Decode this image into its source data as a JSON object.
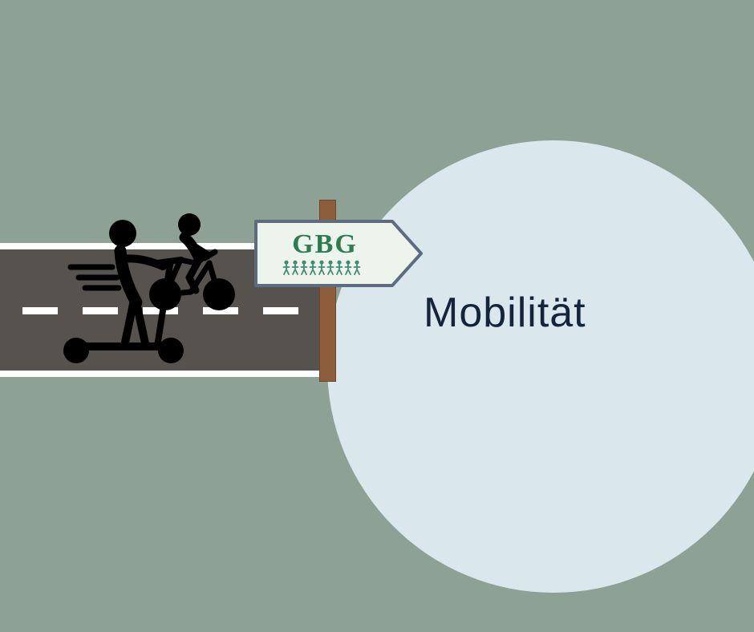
{
  "colors": {
    "background": "#8DA295",
    "circle": "#DAE8EE",
    "title": "#14243A",
    "road": "#56524D",
    "marking": "#FFFFFF",
    "post": "#8E5E3C",
    "post_edge": "#6E452A",
    "sign_bg": "#EDF4EC",
    "sign_border": "#5D6C7E",
    "sign_text": "#2E7C51",
    "figures": "#3E8C74",
    "icon": "#000000"
  },
  "title": {
    "text": "Mobilität"
  },
  "sign": {
    "label": "GBG",
    "figures_count": 9
  },
  "icons": {
    "speed_lines": "speed-lines-icon",
    "scooter_rider": "scooter-rider-icon",
    "cyclist": "cyclist-icon",
    "direction_sign": "direction-sign-icon",
    "signpost": "signpost-pole",
    "logo_figures": "gbg-logo-figures"
  }
}
